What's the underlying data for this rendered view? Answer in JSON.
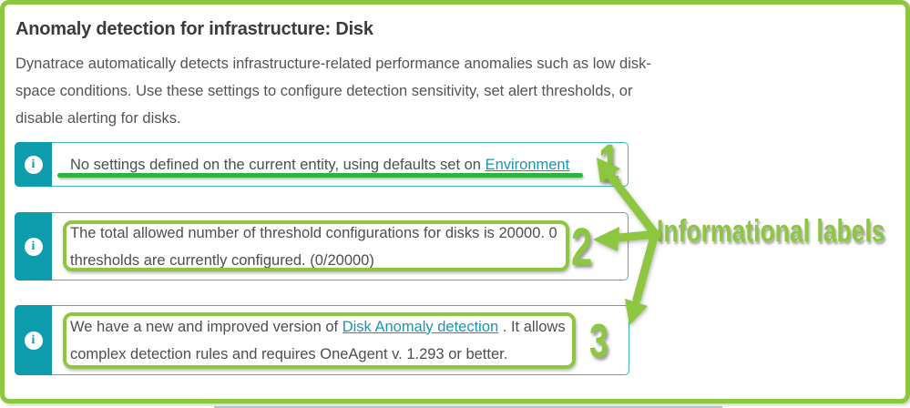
{
  "page": {
    "title": "Anomaly detection for infrastructure: Disk",
    "description": "Dynatrace automatically detects infrastructure-related performance anomalies such as low disk-space conditions. Use these settings to configure detection sensitivity, set alert thresholds, or disable alerting for disks."
  },
  "banners": [
    {
      "icon": "info-icon",
      "glyph": "i",
      "text_before": "No settings defined on the current entity, using defaults set on ",
      "link_text": "Environment",
      "text_after": ""
    },
    {
      "icon": "info-icon",
      "glyph": "i",
      "text": "The total allowed number of threshold configurations for disks is 20000. 0 thresholds are currently configured. (0/20000)"
    },
    {
      "icon": "info-icon",
      "glyph": "i",
      "text_before": "We have a new and improved version of ",
      "link_text": "Disk Anomaly detection",
      "text_after": " . It allows complex detection rules and requires OneAgent v. 1.293 or better."
    }
  ],
  "annotations": {
    "label": "Informational labels",
    "numbers": [
      "1",
      "2",
      "3"
    ]
  },
  "colors": {
    "annotation_green": "#8dc63f",
    "underline_green": "#2eb43c",
    "banner_strip_teal": "#0c9cab",
    "banner_border_teal": "#3ab0c0",
    "link_teal": "#1697b6"
  }
}
